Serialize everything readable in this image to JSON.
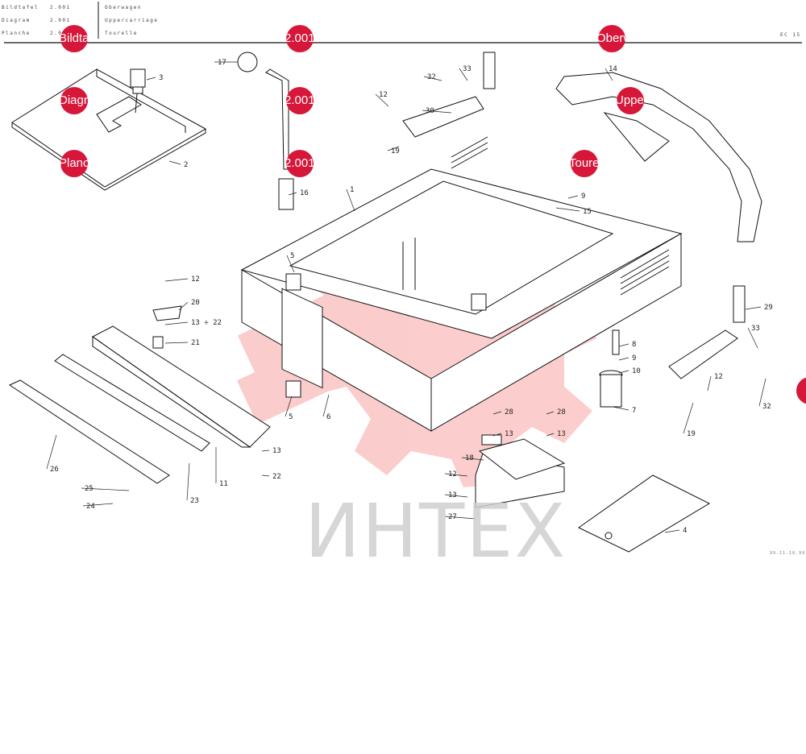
{
  "header": {
    "rows": [
      {
        "label": "Bildtafel",
        "code": "2.001"
      },
      {
        "label": "Diagram",
        "code": "2.001"
      },
      {
        "label": "Planche",
        "code": "2.001"
      }
    ],
    "titles": [
      "Oberwagen",
      "Uppercarriage",
      "Tourelle"
    ],
    "model": "EC 15"
  },
  "hotspots": [
    {
      "text": "Bildtafel"
    },
    {
      "text": "2.001"
    },
    {
      "text": "Oberwagen"
    },
    {
      "text": "Diagram"
    },
    {
      "text": "2.001"
    },
    {
      "text": "Uppercarriage"
    },
    {
      "text": "Planche"
    },
    {
      "text": "2.001"
    },
    {
      "text": "Tourelle"
    },
    {
      "text": ""
    }
  ],
  "labels": [
    "3",
    "2",
    "17",
    "16",
    "1",
    "32",
    "33",
    "12",
    "30",
    "19",
    "14",
    "9",
    "15",
    "5",
    "5",
    "6",
    "12",
    "20",
    "13 ÷ 22",
    "21",
    "11",
    "23",
    "26",
    "13",
    "22",
    "25",
    "24",
    "8",
    "9",
    "10",
    "7",
    "29",
    "33",
    "12",
    "19",
    "32",
    "28",
    "13",
    "28",
    "13",
    "18",
    "12",
    "13",
    "27",
    "4"
  ],
  "watermark": "ИНТЕХ",
  "stamp": "99.11.10.99"
}
